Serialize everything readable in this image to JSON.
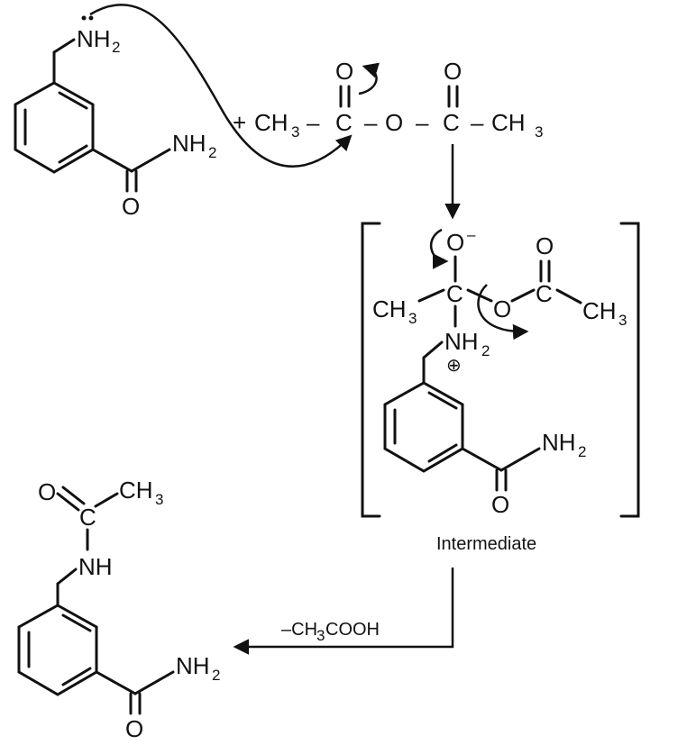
{
  "reactant_amine": {
    "amine_label": "NH",
    "amine_sub": "2",
    "amide_label": "NH",
    "amide_sub": "2",
    "amide_o": "O"
  },
  "plus_anhydride": {
    "plus": "+",
    "ch3_left": "CH",
    "ch3_left_sub": "3",
    "dash1": "–",
    "c1": "C",
    "dash2": "–",
    "o_bridge": "O",
    "dash3": "–",
    "c2": "C",
    "dash4": "–",
    "ch3_right": "CH",
    "ch3_right_sub": "3",
    "o_top1": "O",
    "o_top2": "O"
  },
  "intermediate": {
    "o_minus": "O",
    "minus": "–",
    "ch3": "CH",
    "ch3_sub": "3",
    "c_center": "C",
    "o_ester": "O",
    "c_ester": "C",
    "o_ester_top": "O",
    "ch3_right": "CH",
    "ch3_right_sub": "3",
    "nh2": "NH",
    "nh2_sub": "2",
    "plus_charge": "⊕",
    "amide_label": "NH",
    "amide_sub": "2",
    "amide_o": "O",
    "caption": "Intermediate"
  },
  "product": {
    "o_acyl": "O",
    "c_acyl": "C",
    "ch3": "CH",
    "ch3_sub": "3",
    "nh": "NH",
    "amide_label": "NH",
    "amide_sub": "2",
    "amide_o": "O"
  },
  "elimination_label": {
    "text": "–CH",
    "sub": "3",
    "tail": "COOH"
  }
}
